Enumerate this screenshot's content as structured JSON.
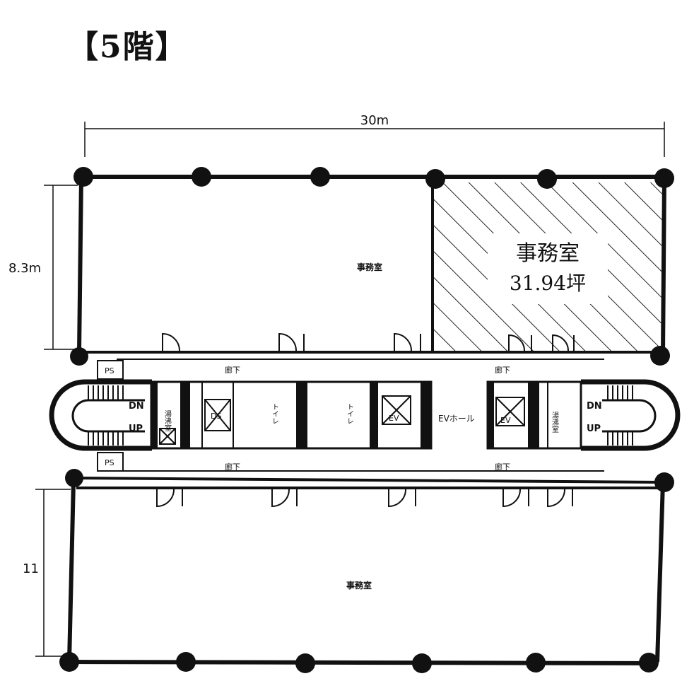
{
  "title": "【5階】",
  "dimensions": {
    "width": "30m",
    "top_depth": "8.3m",
    "bottom_depth": "11"
  },
  "rooms": {
    "top_left": "事務室",
    "top_right": "事務室",
    "top_right_area": "31.94坪",
    "bottom": "事務室"
  },
  "core": {
    "corridor": "廊下",
    "ps": "PS",
    "dn": "DN",
    "up": "UP",
    "ev": "EV",
    "ev_hall": "EVホール",
    "ds": "DS",
    "toilet": "トイレ",
    "kitchen": "湯沸室"
  },
  "colors": {
    "line": "#111111",
    "hatch": "#222222",
    "background": "#ffffff"
  }
}
